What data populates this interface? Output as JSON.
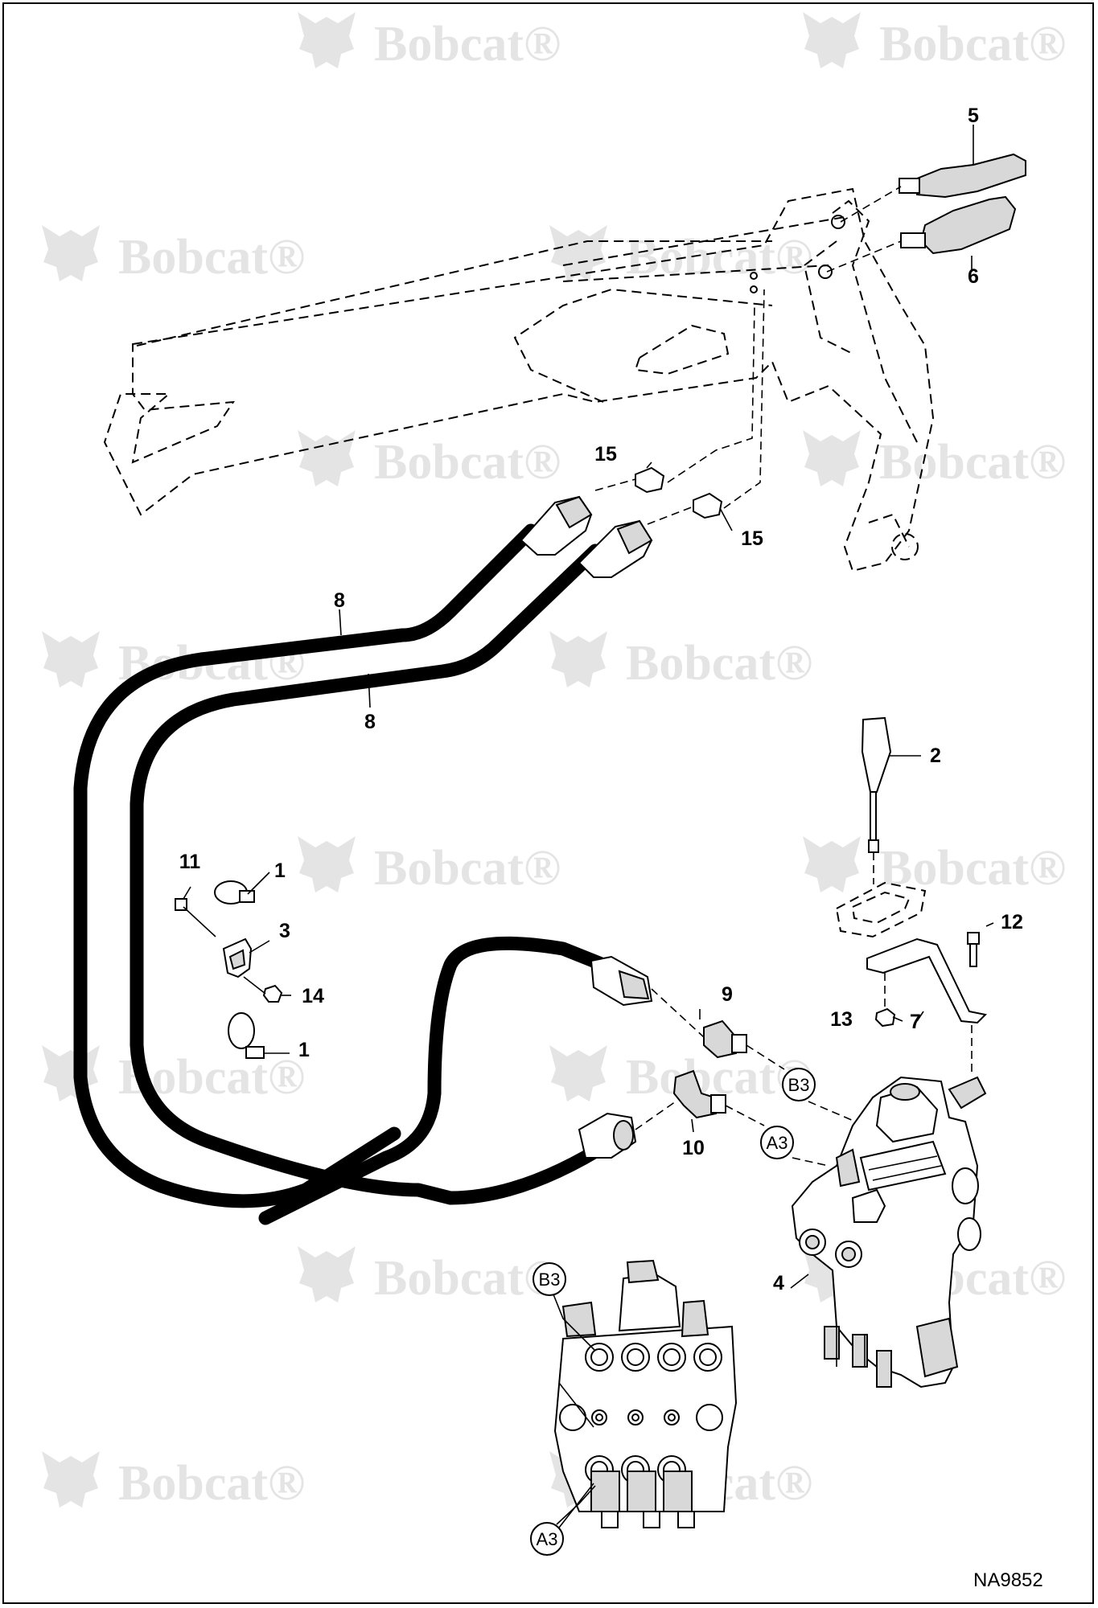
{
  "diagram": {
    "watermark_text": "Bobcat",
    "watermark_registered": "®",
    "figure_code": "NA9852",
    "callouts": {
      "c1a": "1",
      "c1b": "1",
      "c2": "2",
      "c3": "3",
      "c4": "4",
      "c5": "5",
      "c6": "6",
      "c7": "7",
      "c8a": "8",
      "c8b": "8",
      "c9": "9",
      "c10": "10",
      "c11": "11",
      "c12": "12",
      "c13": "13",
      "c14": "14",
      "c15a": "15",
      "c15b": "15"
    },
    "port_labels": {
      "b3_main": "B3",
      "a3_main": "A3",
      "b3_inset": "B3",
      "a3_inset": "A3"
    }
  }
}
